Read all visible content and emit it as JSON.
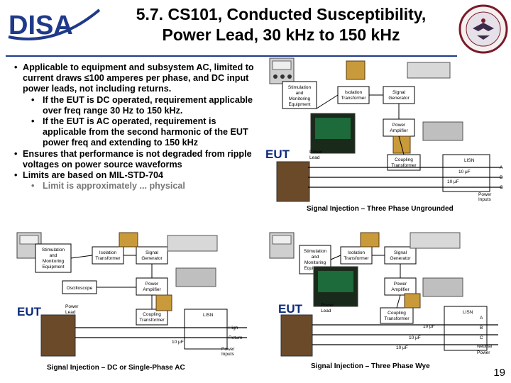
{
  "header": {
    "logo_text": "DISA",
    "title_line1": "5.7. CS101, Conducted Susceptibility,",
    "title_line2": "Power Lead, 30 kHz to 150 kHz"
  },
  "bullets": {
    "b1": "Applicable to equipment and subsystem AC, limited to current draws ≤100 amperes per phase, and DC input power leads, not including returns.",
    "b1_sub1": "If the EUT is DC operated, requirement applicable over freq range 30 Hz to 150 kHz.",
    "b1_sub2": "If the EUT is AC operated, requirement is applicable from the second harmonic of the EUT power freq and extending to 150 kHz",
    "b2": "Ensures that performance is not degraded from ripple voltages on power source waveforms",
    "b3": "Limits are based on MIL-STD-704",
    "b3_sub": "Limit is approximately ... physical"
  },
  "diagram_labels": {
    "eut": "EUT",
    "stimulation": [
      "Stimulation",
      "and",
      "Monitoring",
      "Equipment"
    ],
    "isolation": [
      "Isolation",
      "Transformer"
    ],
    "signal_gen": [
      "Signal",
      "Generator"
    ],
    "power_amp": [
      "Power",
      "Amplifier"
    ],
    "power_lead": [
      "Power",
      "Lead"
    ],
    "coupling": [
      "Coupling",
      "Transformer"
    ],
    "lisn": "LISN",
    "oscilloscope": "Oscilloscope",
    "cap": "10 μF",
    "phases": [
      "A",
      "B",
      "C"
    ],
    "neutral": "Neutral",
    "high": "High",
    "return": "Return",
    "power_inputs": [
      "Power",
      "Inputs"
    ]
  },
  "captions": {
    "top_right": "Signal Injection – Three Phase Ungrounded",
    "bottom_left": "Signal Injection – DC or Single-Phase AC",
    "bottom_right": "Signal Injection – Three Phase Wye"
  },
  "page_number": "19",
  "colors": {
    "title": "#000000",
    "eut_label": "#0d2a7a",
    "rule": "#1f3a8a",
    "logo": "#1f3a8a"
  }
}
